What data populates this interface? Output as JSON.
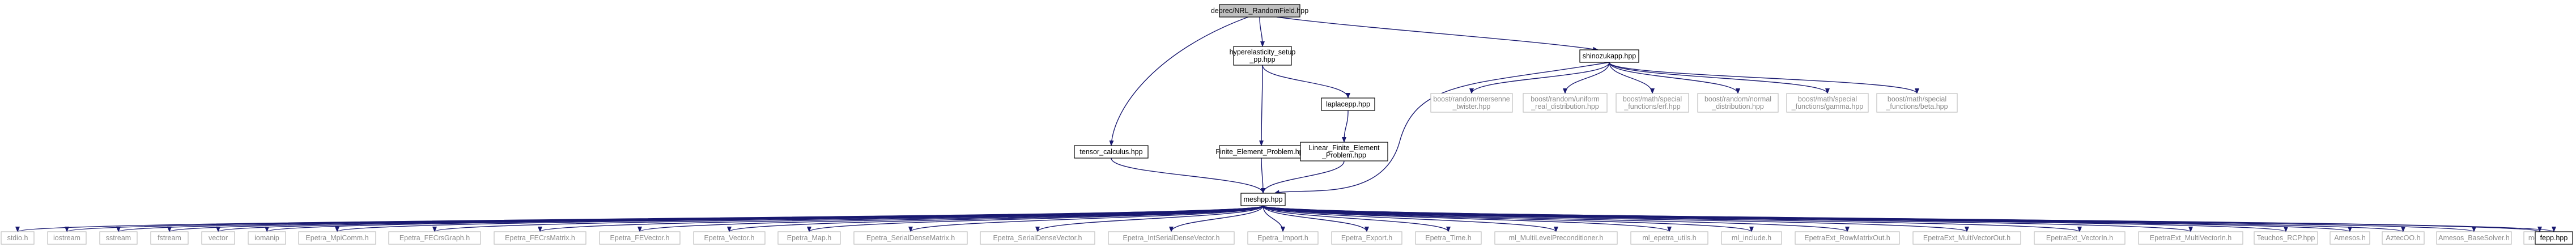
{
  "colors": {
    "edge": "#191970",
    "root_fill": "#bfbfbf",
    "node_fill": "#ffffff",
    "node_stroke": "#000000",
    "external_stroke": "#bfbfbf",
    "external_text": "#8c8c8c"
  },
  "graph": {
    "nodes": [
      {
        "id": "root",
        "lines": [
          "deprec/NRL_RandomField.hpp"
        ],
        "kind": "root"
      },
      {
        "id": "hyper",
        "lines": [
          "hyperelasticity_setup",
          "_pp.hpp"
        ],
        "kind": "file"
      },
      {
        "id": "shino",
        "lines": [
          "shinozukapp.hpp"
        ],
        "kind": "file"
      },
      {
        "id": "tensor",
        "lines": [
          "tensor_calculus.hpp"
        ],
        "kind": "file"
      },
      {
        "id": "fep",
        "lines": [
          "Finite_Element_Problem.hpp"
        ],
        "kind": "file"
      },
      {
        "id": "laplace",
        "lines": [
          "laplacepp.hpp"
        ],
        "kind": "file"
      },
      {
        "id": "linfep",
        "lines": [
          "Linear_Finite_Element",
          "_Problem.hpp"
        ],
        "kind": "file"
      },
      {
        "id": "mesh",
        "lines": [
          "meshpp.hpp"
        ],
        "kind": "file"
      },
      {
        "id": "mersenne",
        "lines": [
          "boost/random/mersenne",
          "_twister.hpp"
        ],
        "kind": "external"
      },
      {
        "id": "uniform",
        "lines": [
          "boost/random/uniform",
          "_real_distribution.hpp"
        ],
        "kind": "external"
      },
      {
        "id": "erf",
        "lines": [
          "boost/math/special",
          "_functions/erf.hpp"
        ],
        "kind": "external"
      },
      {
        "id": "normal",
        "lines": [
          "boost/random/normal",
          "_distribution.hpp"
        ],
        "kind": "external"
      },
      {
        "id": "gamma",
        "lines": [
          "boost/math/special",
          "_functions/gamma.hpp"
        ],
        "kind": "external"
      },
      {
        "id": "beta",
        "lines": [
          "boost/math/special",
          "_functions/beta.hpp"
        ],
        "kind": "external"
      },
      {
        "id": "stdio",
        "lines": [
          "stdio.h"
        ],
        "kind": "external"
      },
      {
        "id": "iostream",
        "lines": [
          "iostream"
        ],
        "kind": "external"
      },
      {
        "id": "sstream",
        "lines": [
          "sstream"
        ],
        "kind": "external"
      },
      {
        "id": "fstream",
        "lines": [
          "fstream"
        ],
        "kind": "external"
      },
      {
        "id": "vector",
        "lines": [
          "vector"
        ],
        "kind": "external"
      },
      {
        "id": "iomanip",
        "lines": [
          "iomanip"
        ],
        "kind": "external"
      },
      {
        "id": "mpicomm",
        "lines": [
          "Epetra_MpiComm.h"
        ],
        "kind": "external"
      },
      {
        "id": "fecrsgraph",
        "lines": [
          "Epetra_FECrsGraph.h"
        ],
        "kind": "external"
      },
      {
        "id": "fecrsmatrix",
        "lines": [
          "Epetra_FECrsMatrix.h"
        ],
        "kind": "external"
      },
      {
        "id": "fevector",
        "lines": [
          "Epetra_FEVector.h"
        ],
        "kind": "external"
      },
      {
        "id": "evector",
        "lines": [
          "Epetra_Vector.h"
        ],
        "kind": "external"
      },
      {
        "id": "emap",
        "lines": [
          "Epetra_Map.h"
        ],
        "kind": "external"
      },
      {
        "id": "sdmatrix",
        "lines": [
          "Epetra_SerialDenseMatrix.h"
        ],
        "kind": "external"
      },
      {
        "id": "sdvector",
        "lines": [
          "Epetra_SerialDenseVector.h"
        ],
        "kind": "external"
      },
      {
        "id": "isdvector",
        "lines": [
          "Epetra_IntSerialDenseVector.h"
        ],
        "kind": "external"
      },
      {
        "id": "eimport",
        "lines": [
          "Epetra_Import.h"
        ],
        "kind": "external"
      },
      {
        "id": "eexport",
        "lines": [
          "Epetra_Export.h"
        ],
        "kind": "external"
      },
      {
        "id": "etime",
        "lines": [
          "Epetra_Time.h"
        ],
        "kind": "external"
      },
      {
        "id": "mlprec",
        "lines": [
          "ml_MultiLevelPreconditioner.h"
        ],
        "kind": "external"
      },
      {
        "id": "mlepetra",
        "lines": [
          "ml_epetra_utils.h"
        ],
        "kind": "external"
      },
      {
        "id": "mlinclude",
        "lines": [
          "ml_include.h"
        ],
        "kind": "external"
      },
      {
        "id": "rowmatrixout",
        "lines": [
          "EpetraExt_RowMatrixOut.h"
        ],
        "kind": "external"
      },
      {
        "id": "mvout",
        "lines": [
          "EpetraExt_MultiVectorOut.h"
        ],
        "kind": "external"
      },
      {
        "id": "vectorin",
        "lines": [
          "EpetraExt_VectorIn.h"
        ],
        "kind": "external"
      },
      {
        "id": "mvin",
        "lines": [
          "EpetraExt_MultiVectorIn.h"
        ],
        "kind": "external"
      },
      {
        "id": "teuchos",
        "lines": [
          "Teuchos_RCP.hpp"
        ],
        "kind": "external"
      },
      {
        "id": "amesos",
        "lines": [
          "Amesos.h"
        ],
        "kind": "external"
      },
      {
        "id": "aztecoo",
        "lines": [
          "AztecOO.h"
        ],
        "kind": "external"
      },
      {
        "id": "amesosbase",
        "lines": [
          "Amesos_BaseSolver.h"
        ],
        "kind": "external"
      },
      {
        "id": "metis",
        "lines": [
          "metis.h"
        ],
        "kind": "external"
      },
      {
        "id": "fepp",
        "lines": [
          "fepp.hpp"
        ],
        "kind": "file"
      }
    ],
    "edges": [
      [
        "root",
        "hyper"
      ],
      [
        "root",
        "shino"
      ],
      [
        "root",
        "tensor"
      ],
      [
        "hyper",
        "fep"
      ],
      [
        "hyper",
        "laplace"
      ],
      [
        "laplace",
        "linfep"
      ],
      [
        "shino",
        "mesh"
      ],
      [
        "shino",
        "mersenne"
      ],
      [
        "shino",
        "uniform"
      ],
      [
        "shino",
        "erf"
      ],
      [
        "shino",
        "normal"
      ],
      [
        "shino",
        "gamma"
      ],
      [
        "shino",
        "beta"
      ],
      [
        "tensor",
        "mesh"
      ],
      [
        "fep",
        "mesh"
      ],
      [
        "linfep",
        "mesh"
      ],
      [
        "mesh",
        "stdio"
      ],
      [
        "mesh",
        "iostream"
      ],
      [
        "mesh",
        "sstream"
      ],
      [
        "mesh",
        "fstream"
      ],
      [
        "mesh",
        "vector"
      ],
      [
        "mesh",
        "iomanip"
      ],
      [
        "mesh",
        "mpicomm"
      ],
      [
        "mesh",
        "fecrsgraph"
      ],
      [
        "mesh",
        "fecrsmatrix"
      ],
      [
        "mesh",
        "fevector"
      ],
      [
        "mesh",
        "evector"
      ],
      [
        "mesh",
        "emap"
      ],
      [
        "mesh",
        "sdmatrix"
      ],
      [
        "mesh",
        "sdvector"
      ],
      [
        "mesh",
        "isdvector"
      ],
      [
        "mesh",
        "eimport"
      ],
      [
        "mesh",
        "eexport"
      ],
      [
        "mesh",
        "etime"
      ],
      [
        "mesh",
        "mlprec"
      ],
      [
        "mesh",
        "mlepetra"
      ],
      [
        "mesh",
        "mlinclude"
      ],
      [
        "mesh",
        "rowmatrixout"
      ],
      [
        "mesh",
        "mvout"
      ],
      [
        "mesh",
        "vectorin"
      ],
      [
        "mesh",
        "mvin"
      ],
      [
        "mesh",
        "teuchos"
      ],
      [
        "mesh",
        "amesos"
      ],
      [
        "mesh",
        "aztecoo"
      ],
      [
        "mesh",
        "amesosbase"
      ],
      [
        "mesh",
        "metis"
      ],
      [
        "mesh",
        "fepp"
      ]
    ]
  }
}
